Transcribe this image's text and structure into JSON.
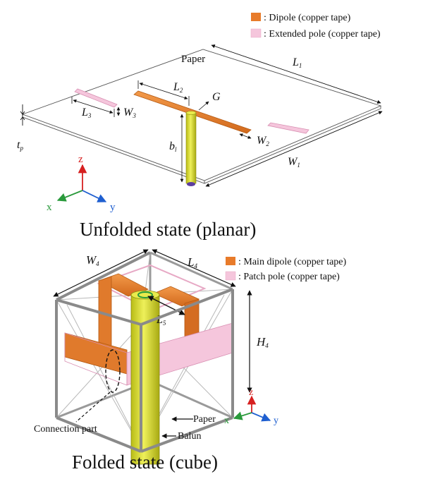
{
  "unfolded": {
    "legend": [
      {
        "label": ": Dipole (copper tape)",
        "color": "#e87b2a"
      },
      {
        "label": ": Extended pole (copper tape)",
        "color": "#f5c6dc"
      }
    ],
    "labels": {
      "paper": "Paper",
      "L1": "L",
      "L1_sub": "1",
      "L2": "L",
      "L2_sub": "2",
      "G": "G",
      "L3": "L",
      "L3_sub": "3",
      "W3": "W",
      "W3_sub": "3",
      "W2": "W",
      "W2_sub": "2",
      "W1": "W",
      "W1_sub": "1",
      "bl": "b",
      "bl_sub": "l",
      "tp": "t",
      "tp_sub": "p"
    },
    "axes": {
      "z": "z",
      "x": "x",
      "y": "y"
    },
    "caption": "Unfolded state (planar)"
  },
  "folded": {
    "legend": [
      {
        "label": ": Main dipole (copper tape)",
        "color": "#e87b2a"
      },
      {
        "label": ": Patch pole (copper tape)",
        "color": "#f5c6dc"
      }
    ],
    "labels": {
      "W4": "W",
      "W4_sub": "4",
      "L4": "L",
      "L4_sub": "4",
      "H4": "H",
      "H4_sub": "4",
      "L5": "L",
      "L5_sub": "5",
      "connection": "Connection part",
      "paper": "Paper",
      "balun": "Balun"
    },
    "axes": {
      "z": "z",
      "x": "x",
      "y": "y"
    },
    "caption": "Folded state (cube)"
  },
  "colors": {
    "copper": "#e87b2a",
    "patch": "#f5c6dc",
    "balun": "#d6d92a",
    "frame": "#8a8a8a",
    "axis_z": "#d62020",
    "axis_x": "#2a9a3c",
    "axis_y": "#1f5fd0"
  }
}
